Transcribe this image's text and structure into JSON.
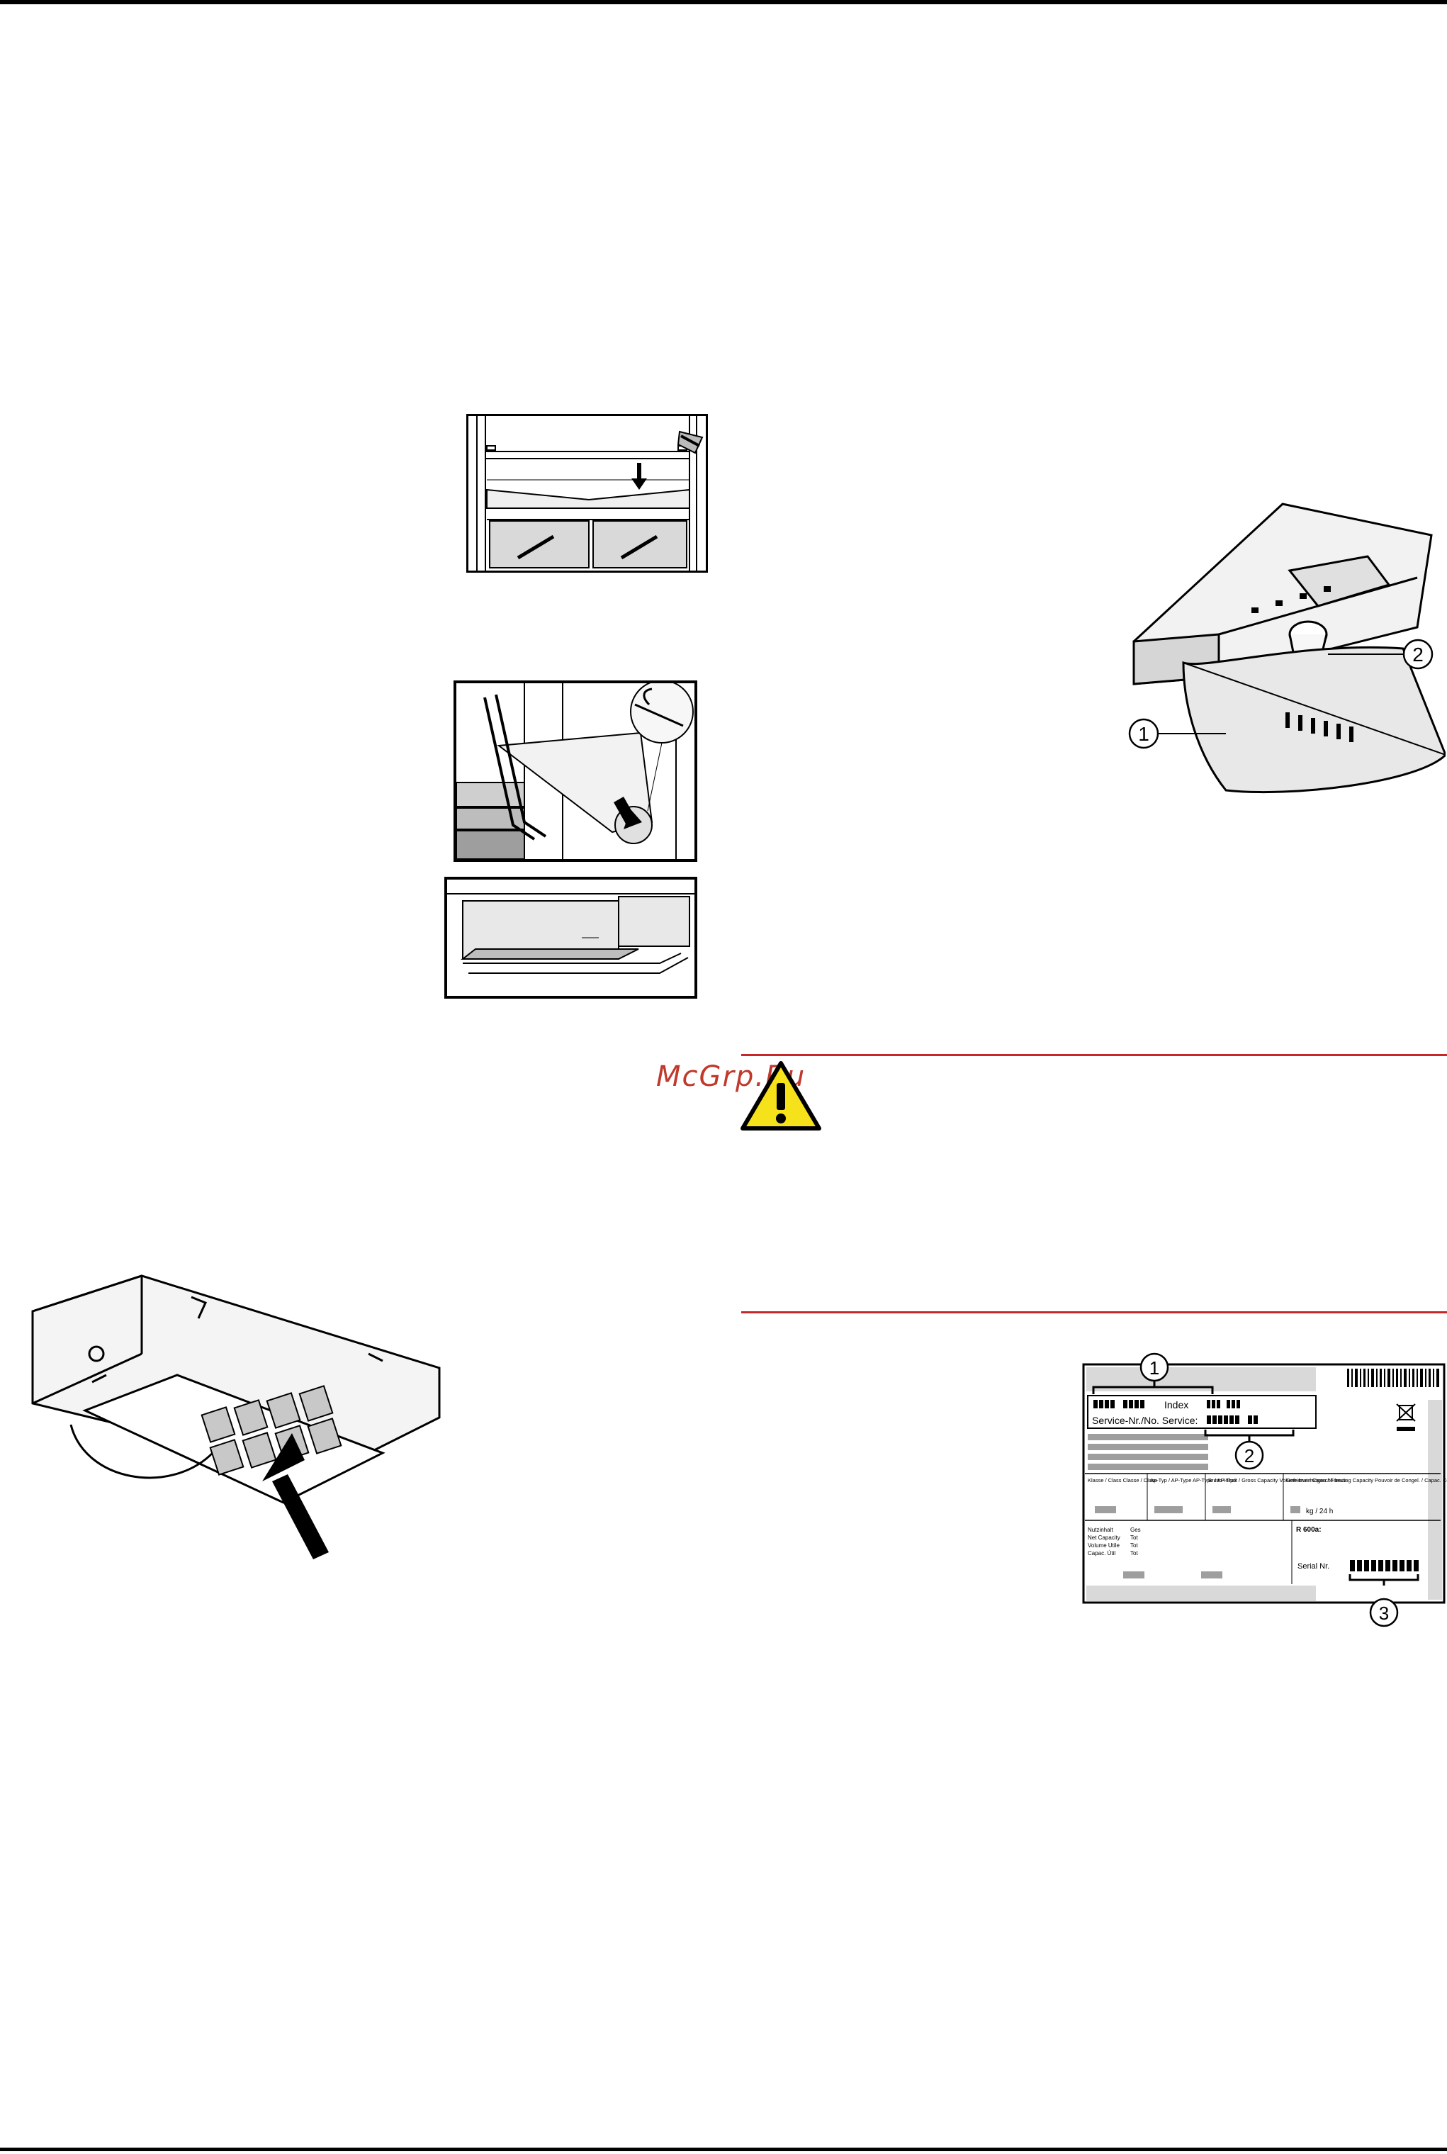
{
  "watermark": {
    "text": "McGrp.Ru",
    "color": "#c0392b"
  },
  "warning": {
    "icon": "warning-triangle-icon",
    "rule_color": "#c62828"
  },
  "figure_shelf": {
    "icon": "shelf-insert-illustration"
  },
  "figure_glass_shelf": {
    "icon": "glass-shelf-removal-illustration"
  },
  "figure_bottle_rack": {
    "icon": "bottle-shelf-illustration"
  },
  "figure_ice_tray": {
    "icon": "ice-tray-illustration"
  },
  "figure_lamp_cover": {
    "icon": "lamp-cover-illustration",
    "callouts": [
      "1",
      "2"
    ]
  },
  "rating_plate": {
    "icon": "rating-plate-illustration",
    "callouts": [
      "1",
      "2",
      "3"
    ],
    "index_label": "Index",
    "service_label": "Service-Nr./No. Service:",
    "serial_label": "Serial Nr.",
    "refrigerant_label": "R 600a:",
    "capacity_unit": "kg / 24 h",
    "col_headers": [
      "Klasse / Class\nClasse / Clase",
      "Ap-Typ / AP-Type\nAP-Type / AP-Tipo",
      "Brutto-Inhalt / Gross Capacity\nVolume brut / Capacité bruta",
      "Gefriervermögen / Freezing Capacity\nPouvoir de Congel. / Capac. Congelación"
    ],
    "row_labels": [
      "Nutzinhalt",
      "Net Capacity",
      "Volume Utile",
      "Capac. Útil"
    ],
    "row_units": [
      "Ges",
      "Tot",
      "Tot",
      "Tot"
    ]
  }
}
